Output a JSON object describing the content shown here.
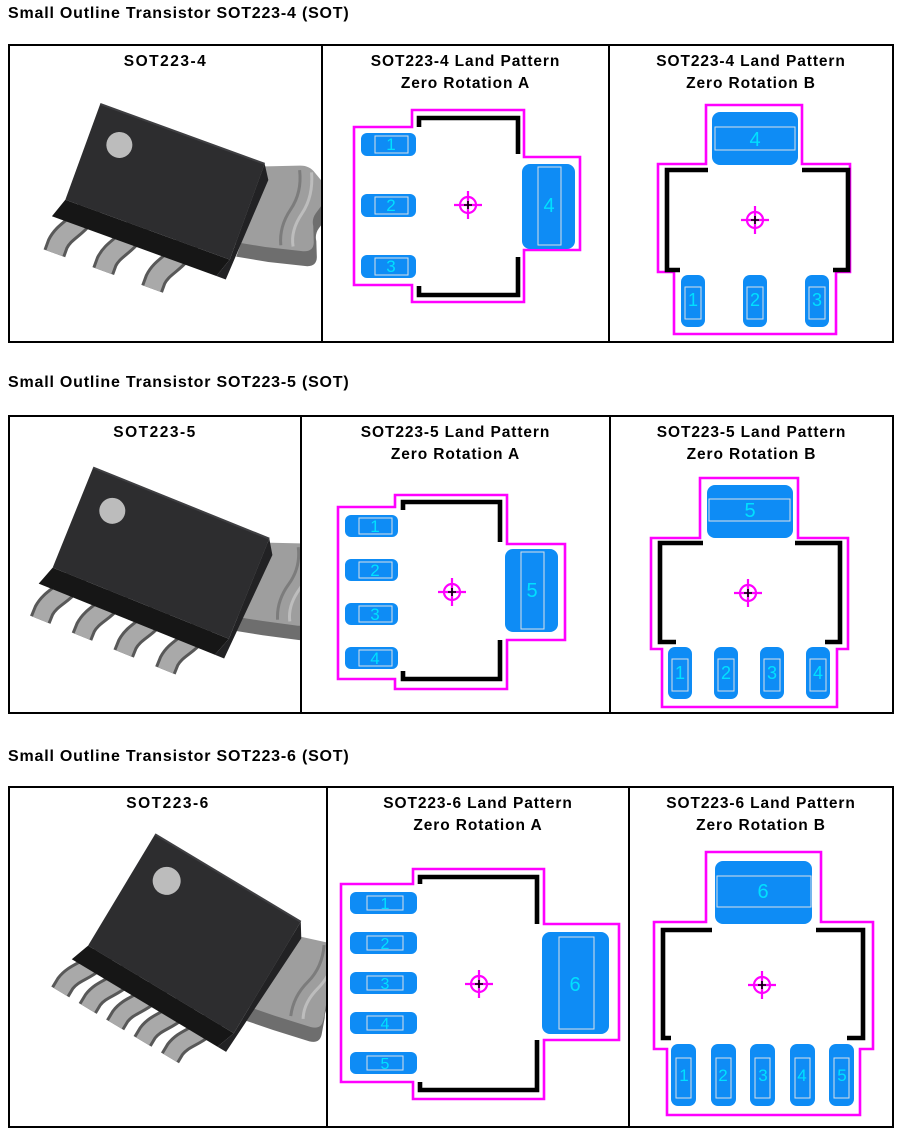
{
  "colors": {
    "pad_fill": "#0E8CF5",
    "pad_number": "#00E0FF",
    "courtyard_magenta": "#FF00FF",
    "outline_black": "#000000",
    "pad_inner_line": "#D9DFE6",
    "package_body": "#2D2D2F",
    "package_lead": "#A9A9A9"
  },
  "sections": [
    {
      "heading": "Small Outline Transistor SOT223-4 (SOT)",
      "package_label": "SOT223-4",
      "pattern_a": {
        "title": "SOT223-4 Land Pattern",
        "subtitle": "Zero Rotation A",
        "side_pads": [
          "1",
          "2",
          "3"
        ],
        "tab_pad": "4"
      },
      "pattern_b": {
        "title": "SOT223-4 Land Pattern",
        "subtitle": "Zero Rotation B",
        "side_pads": [
          "1",
          "2",
          "3"
        ],
        "tab_pad": "4"
      }
    },
    {
      "heading": "Small Outline Transistor SOT223-5 (SOT)",
      "package_label": "SOT223-5",
      "pattern_a": {
        "title": "SOT223-5 Land Pattern",
        "subtitle": "Zero Rotation A",
        "side_pads": [
          "1",
          "2",
          "3",
          "4"
        ],
        "tab_pad": "5"
      },
      "pattern_b": {
        "title": "SOT223-5 Land Pattern",
        "subtitle": "Zero Rotation B",
        "side_pads": [
          "1",
          "2",
          "3",
          "4"
        ],
        "tab_pad": "5"
      }
    },
    {
      "heading": "Small Outline Transistor SOT223-6 (SOT)",
      "package_label": "SOT223-6",
      "pattern_a": {
        "title": "SOT223-6 Land Pattern",
        "subtitle": "Zero Rotation A",
        "side_pads": [
          "1",
          "2",
          "3",
          "4",
          "5"
        ],
        "tab_pad": "6"
      },
      "pattern_b": {
        "title": "SOT223-6 Land Pattern",
        "subtitle": "Zero Rotation B",
        "side_pads": [
          "1",
          "2",
          "3",
          "4",
          "5"
        ],
        "tab_pad": "6"
      }
    }
  ]
}
